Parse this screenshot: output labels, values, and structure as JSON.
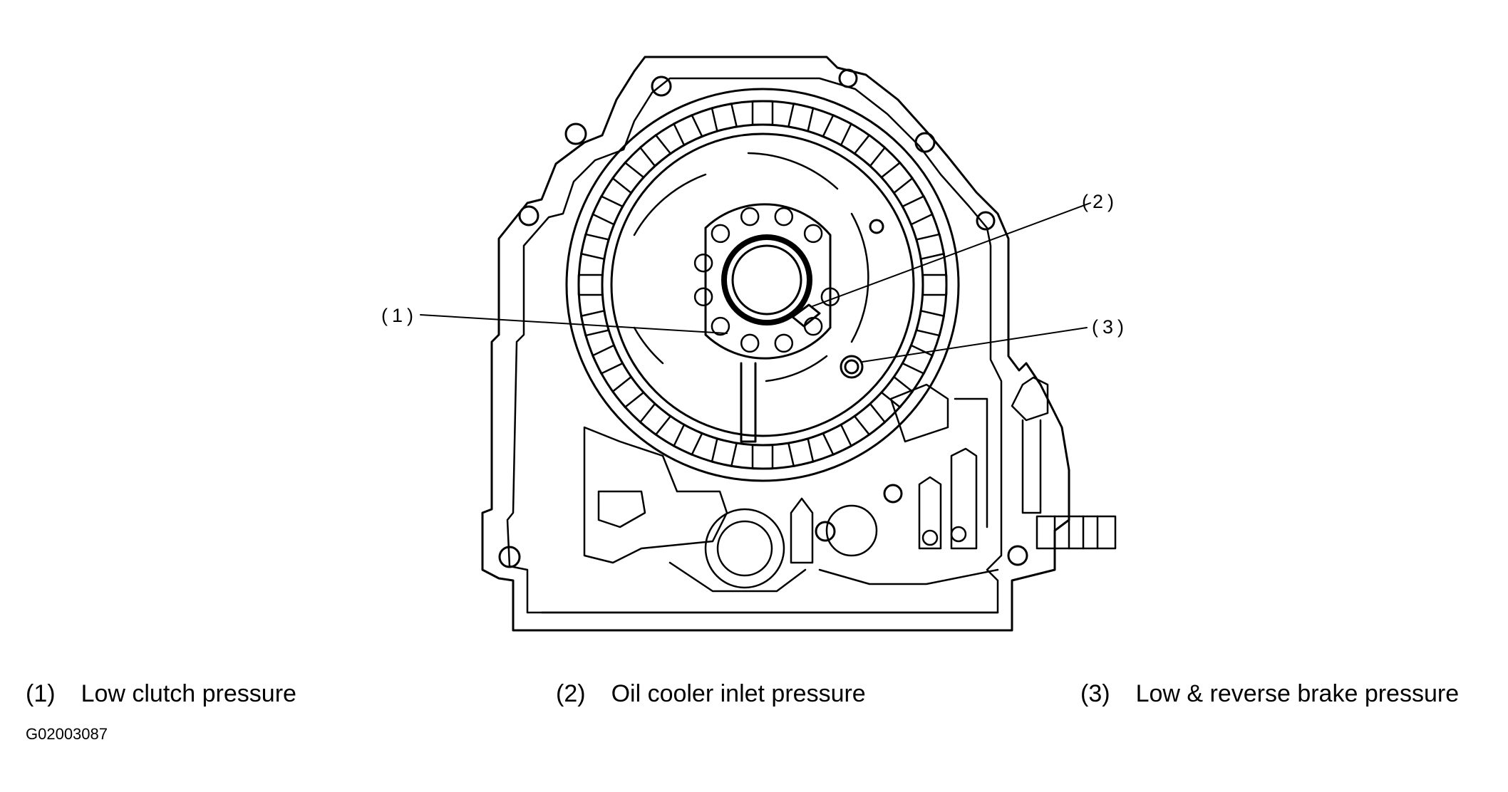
{
  "callouts": [
    {
      "number": "(1)"
    },
    {
      "number": "(2)"
    },
    {
      "number": "(3)"
    }
  ],
  "legend": [
    {
      "number": "(1)",
      "label": "Low clutch pressure"
    },
    {
      "number": "(2)",
      "label": "Oil cooler inlet pressure"
    },
    {
      "number": "(3)",
      "label": "Low & reverse brake pressure"
    }
  ],
  "figure_id": "G02003087",
  "colors": {
    "ink": "#000000",
    "paper": "#ffffff"
  }
}
